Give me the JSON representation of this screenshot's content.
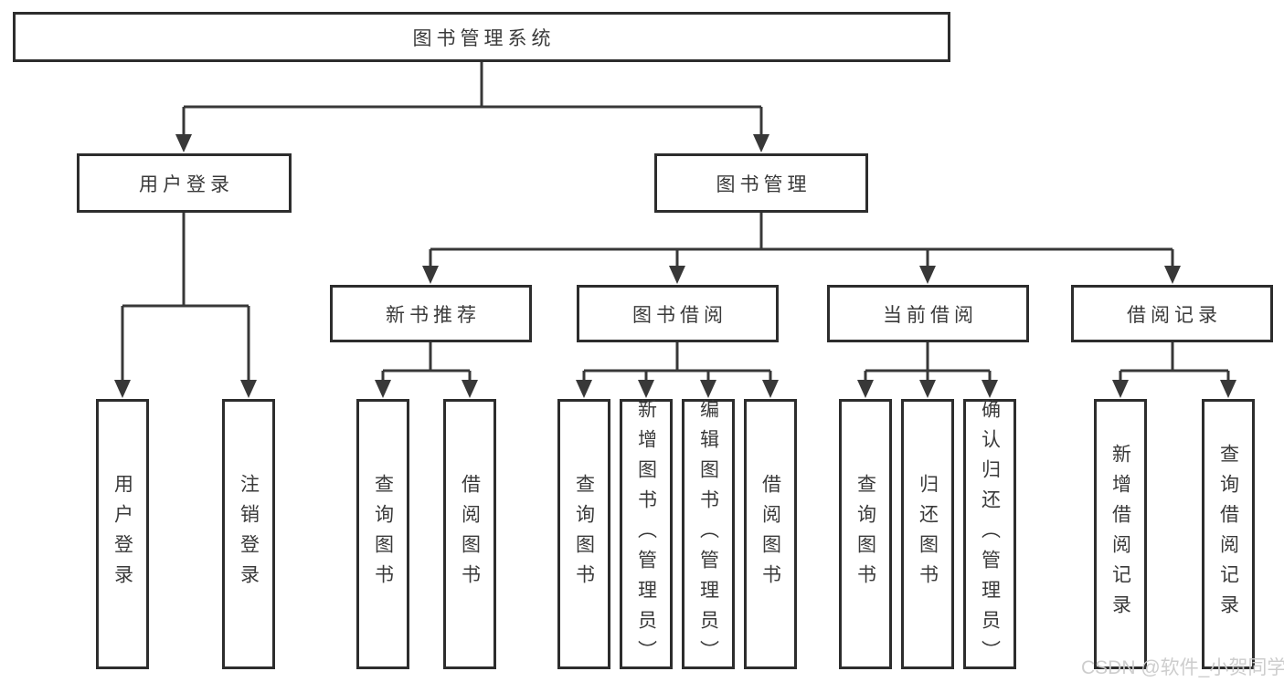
{
  "tree": {
    "label": "图书管理系统",
    "children": [
      {
        "label": "用户登录",
        "children": [
          {
            "label": "用户登录"
          },
          {
            "label": "注销登录"
          }
        ]
      },
      {
        "label": "图书管理",
        "children": [
          {
            "label": "新书推荐",
            "children": [
              {
                "label": "查询图书"
              },
              {
                "label": "借阅图书"
              }
            ]
          },
          {
            "label": "图书借阅",
            "children": [
              {
                "label": "查询图书"
              },
              {
                "label": "新增图书（管理员）"
              },
              {
                "label": "编辑图书（管理员）"
              },
              {
                "label": "借阅图书"
              }
            ]
          },
          {
            "label": "当前借阅",
            "children": [
              {
                "label": "查询图书"
              },
              {
                "label": "归还图书"
              },
              {
                "label": "确认归还（管理员）"
              }
            ]
          },
          {
            "label": "借阅记录",
            "children": [
              {
                "label": "新增借阅记录"
              },
              {
                "label": "查询借阅记录"
              }
            ]
          }
        ]
      }
    ]
  },
  "watermark": {
    "text": "CSDN @软件_小贺同学"
  },
  "colors": {
    "line": "#383838",
    "box_border": "#2d2d2d",
    "text": "#3a3a3a",
    "background": "#ffffff",
    "watermark": "#cbcbcb"
  }
}
